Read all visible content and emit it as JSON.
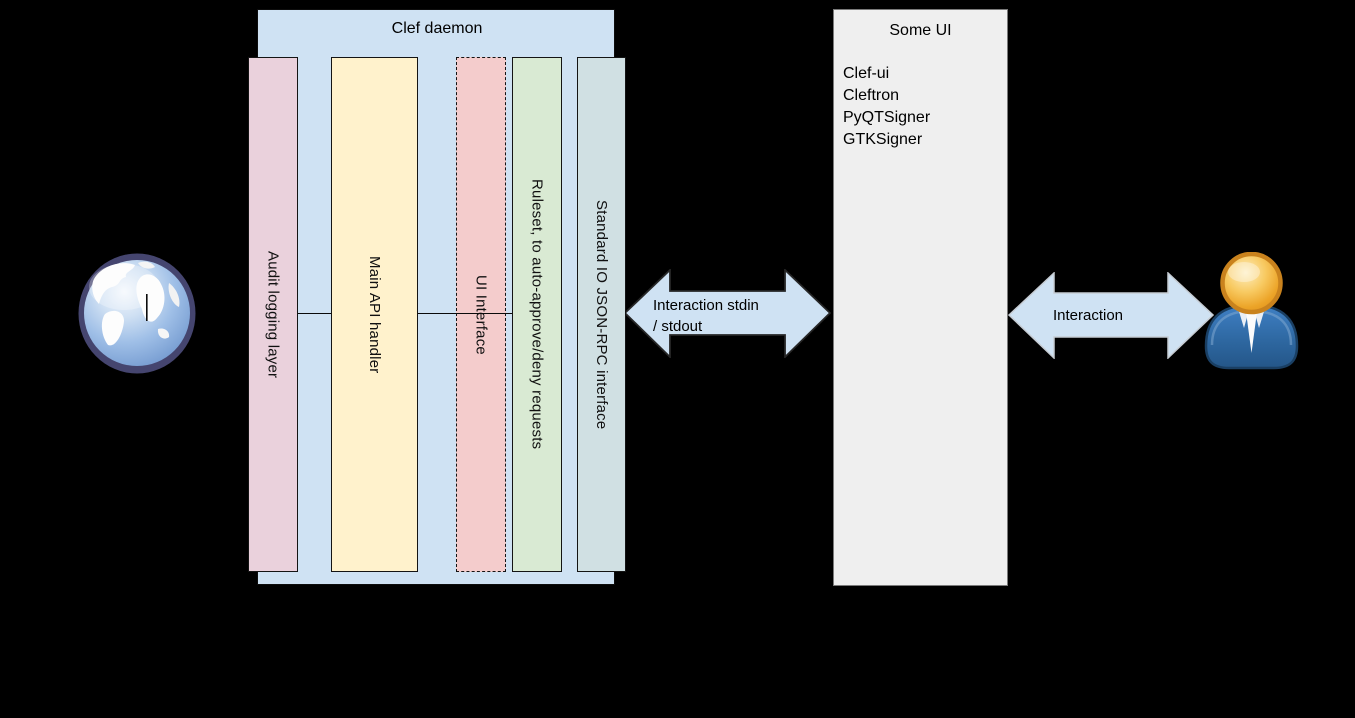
{
  "canvas": {
    "background": "#000000"
  },
  "clef_daemon": {
    "title": "Clef daemon",
    "fill": "#cfe2f3",
    "bars": [
      {
        "label": "Audit logging layer",
        "fill": "#ead1dc",
        "border_style": "solid"
      },
      {
        "label": "Main API handler",
        "fill": "#fff2cc",
        "border_style": "solid"
      },
      {
        "label": "UI Interface",
        "fill": "#f4cccc",
        "border_style": "dashed"
      },
      {
        "label": "Ruleset, to auto-approve/deny requests",
        "fill": "#d9ead3",
        "border_style": "solid"
      },
      {
        "label": "Standard IO JSON-RPC interface",
        "fill": "#d0e0e3",
        "border_style": "solid"
      }
    ]
  },
  "some_ui": {
    "title": "Some UI",
    "fill": "#efefef",
    "items": [
      "Clef-ui",
      "Cleftron",
      "PyQTSigner",
      "GTKSigner"
    ]
  },
  "arrows": {
    "stdio": {
      "fill": "#cfe2f3",
      "lines": [
        "Interaction stdin",
        "/ stdout"
      ]
    },
    "user": {
      "fill": "#cfe2f3",
      "label": "Interaction"
    }
  },
  "icons": {
    "globe": "globe-icon",
    "person": "person-icon"
  }
}
